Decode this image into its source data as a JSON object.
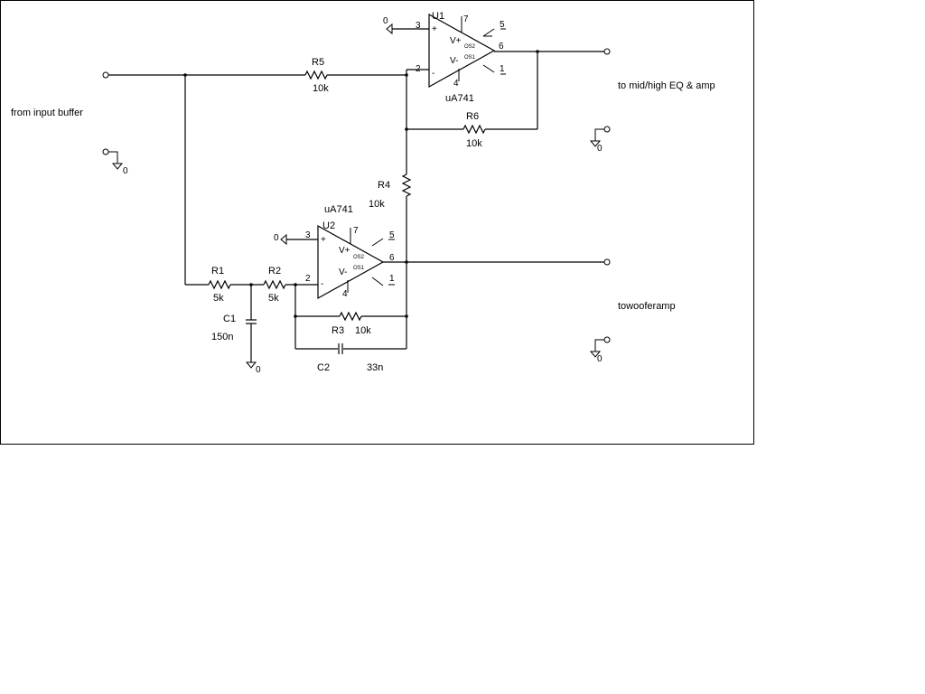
{
  "labels": {
    "input": "from input buffer",
    "out_high": "to mid/high EQ & amp",
    "out_woofer": "towooferamp",
    "gnd": "0"
  },
  "u1": {
    "ref": "U1",
    "part": "uA741",
    "pin3": "3",
    "pin2": "2",
    "pin7": "7",
    "pin4": "4",
    "pin5": "5",
    "pin6": "6",
    "pin1": "1",
    "vplus": "V+",
    "vminus": "V-",
    "os2": "OS2",
    "os1": "OS1",
    "plus": "+",
    "minus": "-"
  },
  "u2": {
    "ref": "U2",
    "part": "uA741",
    "pin3": "3",
    "pin2": "2",
    "pin7": "7",
    "pin4": "4",
    "pin5": "5",
    "pin6": "6",
    "pin1": "1",
    "vplus": "V+",
    "vminus": "V-",
    "os2": "OS2",
    "os1": "OS1",
    "plus": "+",
    "minus": "-"
  },
  "r1": {
    "ref": "R1",
    "value": "5k"
  },
  "r2": {
    "ref": "R2",
    "value": "5k"
  },
  "r3": {
    "ref": "R3",
    "value": "10k"
  },
  "r4": {
    "ref": "R4",
    "value": "10k"
  },
  "r5": {
    "ref": "R5",
    "value": "10k"
  },
  "r6": {
    "ref": "R6",
    "value": "10k"
  },
  "c1": {
    "ref": "C1",
    "value": "150n"
  },
  "c2": {
    "ref": "C2",
    "value": "33n"
  }
}
